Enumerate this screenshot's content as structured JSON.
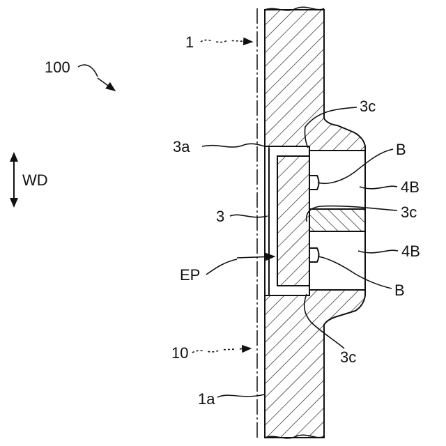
{
  "figure": {
    "labels": {
      "assembly": "100",
      "member": "1",
      "member_face": "1a",
      "recess": "3",
      "recess_edge": "3a",
      "contact_a": "3c",
      "contact_b": "3c",
      "contact_c": "3c",
      "block_upper": "4B",
      "block_lower": "4B",
      "bolt_upper": "B",
      "bolt_lower": "B",
      "plane": "EP",
      "reference": "10",
      "direction": "WD"
    }
  }
}
